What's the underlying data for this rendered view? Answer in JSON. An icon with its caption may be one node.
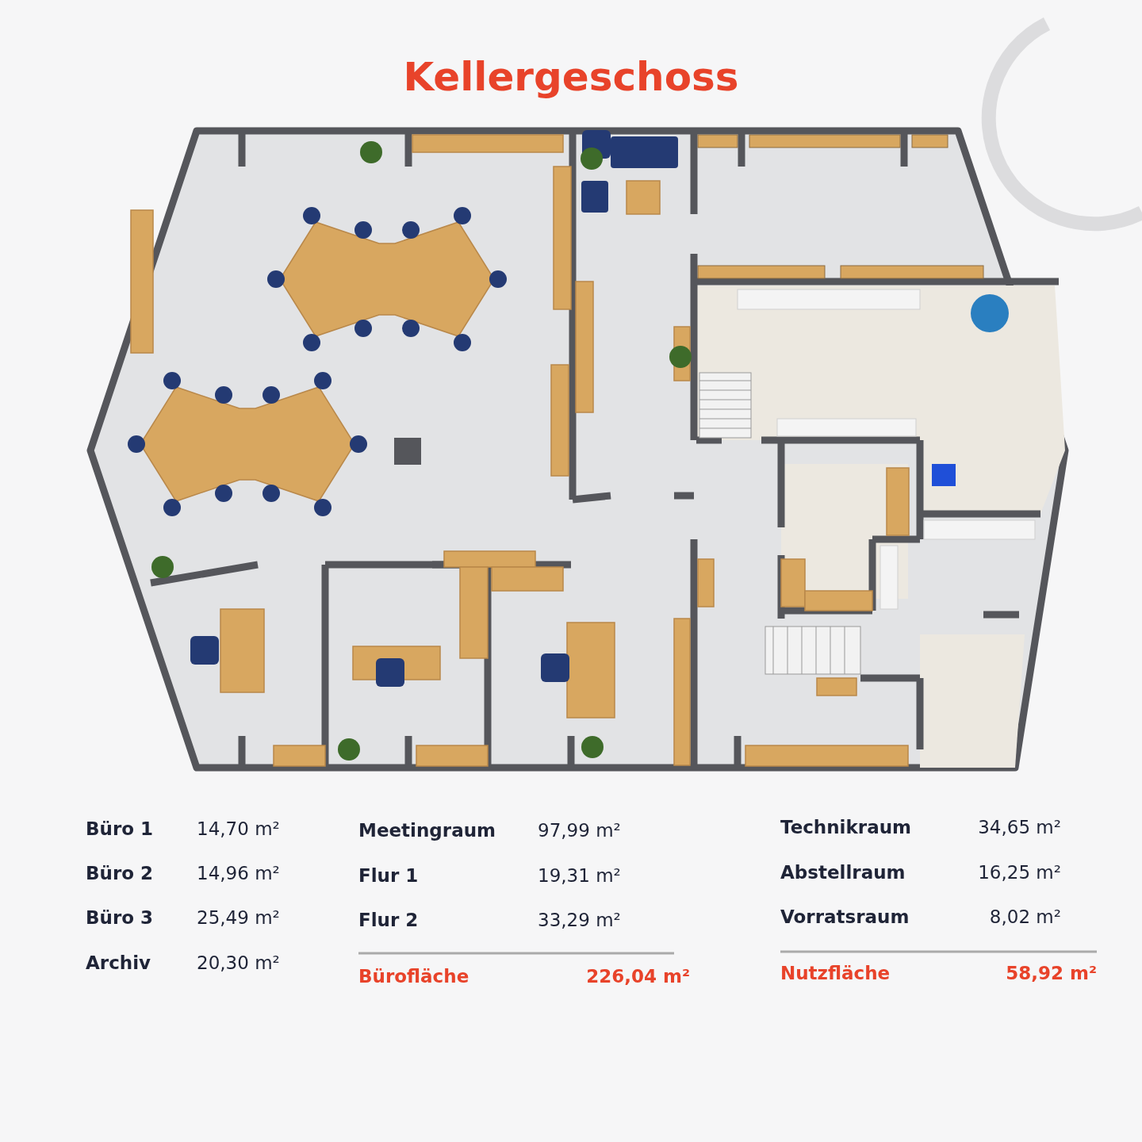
{
  "diagram": {
    "title": "Kellergeschoss",
    "labels": [
      "Büro 1",
      "14,70 m²",
      "Meetingraum",
      "97,99 m²",
      "Technikraum",
      "34,65 m²",
      "Büro 2",
      "14,96 m²",
      "Flur 1",
      "19,31 m²",
      "Abstellraum",
      "16,25 m²",
      "Büro 3",
      "25,49 m²",
      "Flur 2",
      "33,29 m²",
      "Vorratsraum",
      "8,02 m²",
      "Archiv",
      "20,30 m²",
      "Bürofläche",
      "226,04 m²",
      "Nutzfläche",
      "58,92 m²"
    ]
  }
}
